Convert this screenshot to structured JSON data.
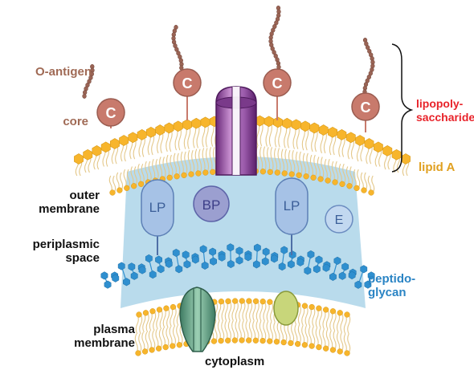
{
  "labels": {
    "o_antigen": "O-antigen",
    "core": "core",
    "lipopolysaccharide": "lipopoly-\nsaccharide",
    "lipid_a": "lipid A",
    "outer_membrane": "outer\nmembrane",
    "periplasmic_space": "periplasmic\nspace",
    "peptidoglycan": "peptido-\nglycan",
    "plasma_membrane": "plasma\nmembrane",
    "cytoplasm": "cytoplasm"
  },
  "proteins": {
    "core_symbol": "C",
    "lipoprotein": "LP",
    "binding_protein": "BP",
    "enzyme": "E"
  },
  "colors": {
    "core_fill": "#c87a6c",
    "label_core": "#a06a55",
    "lipopolysaccharide": "#e8232a",
    "lipid_a": "#e0a020",
    "heads": "#f7b52c",
    "tails": "#e4c88a",
    "periplasm": "#b9dbec",
    "peptidoglycan": "#2f8fcf",
    "label_peptidoglycan": "#2a84c4",
    "porin": "#8b4a96",
    "protein_fill": "#a6c2e6",
    "protein_stroke": "#5d80b6",
    "protein_text": "#3c5f99",
    "channel": "#5f9f84",
    "membrane_protein": "#c8d67a",
    "text": "#111111"
  }
}
